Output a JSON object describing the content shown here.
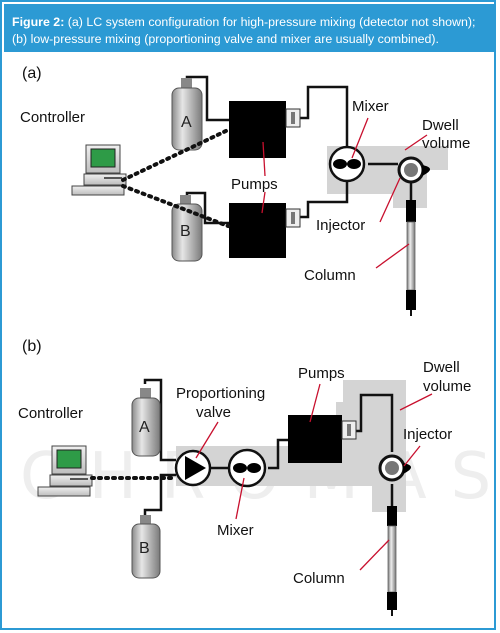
{
  "caption": {
    "figure_label": "Figure 2:",
    "line1": " (a) LC system configuration for high-pressure mixing (detector not shown);",
    "line2": "(b) low-pressure mixing (proportioning valve and mixer are usually combined)."
  },
  "watermark": "CHROMASTAR",
  "panel_a": {
    "label": "(a)",
    "controller": "Controller",
    "bottle_a": "A",
    "bottle_b": "B",
    "pumps": "Pumps",
    "mixer": "Mixer",
    "dwell_line1": "Dwell",
    "dwell_line2": "volume",
    "injector": "Injector",
    "column": "Column"
  },
  "panel_b": {
    "label": "(b)",
    "controller": "Controller",
    "bottle_a": "A",
    "bottle_b": "B",
    "valve_line1": "Proportioning",
    "valve_line2": "valve",
    "mixer": "Mixer",
    "pumps": "Pumps",
    "dwell_line1": "Dwell",
    "dwell_line2": "volume",
    "injector": "Injector",
    "column": "Column"
  },
  "colors": {
    "accent": "#2c9ad4",
    "dwell_shade": "#d4d4d4",
    "screen_green": "#2e9b47"
  }
}
